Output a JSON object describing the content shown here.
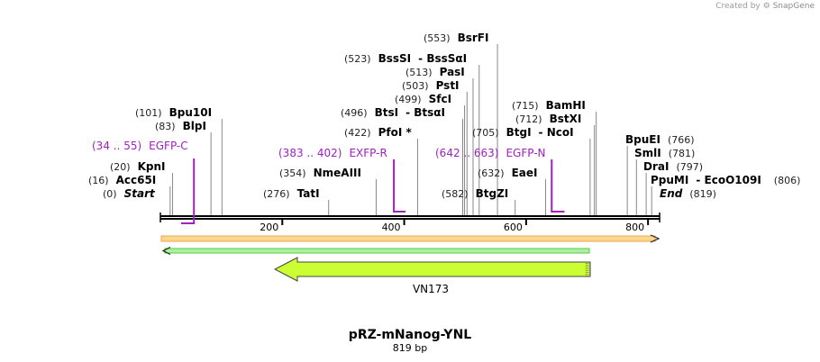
{
  "credit": {
    "prefix": "Created by",
    "brand": "SnapGene"
  },
  "plasmid": {
    "name": "pRZ-mNanog-YNL",
    "length_label": "819 bp",
    "length_bp": 819
  },
  "axis": {
    "ticks": [
      "200",
      "400",
      "600",
      "800"
    ],
    "tick_values": [
      200,
      400,
      600,
      800
    ]
  },
  "sites": [
    {
      "pos_label": "(0)",
      "name": "Start",
      "italic": true,
      "bp": 0
    },
    {
      "pos_label": "(16)",
      "name": "Acc65I",
      "bp": 16
    },
    {
      "pos_label": "(20)",
      "name": "KpnI",
      "bp": 20
    },
    {
      "pos_label": "(83)",
      "name": "BlpI",
      "bp": 83
    },
    {
      "pos_label": "(101)",
      "name": "Bpu10I",
      "bp": 101
    },
    {
      "pos_label": "(276)",
      "name": "TatI",
      "bp": 276
    },
    {
      "pos_label": "(354)",
      "name": "NmeAIII",
      "bp": 354
    },
    {
      "pos_label": "(422)",
      "name": "PfoI *",
      "bp": 422
    },
    {
      "pos_label": "(496)",
      "name": "BtsI",
      "name2": "BtsαI",
      "bp": 496
    },
    {
      "pos_label": "(499)",
      "name": "SfcI",
      "bp": 499
    },
    {
      "pos_label": "(503)",
      "name": "PstI",
      "bp": 503
    },
    {
      "pos_label": "(513)",
      "name": "PasI",
      "bp": 513
    },
    {
      "pos_label": "(523)",
      "name": "BssSI",
      "name2": "BssSαI",
      "bp": 523
    },
    {
      "pos_label": "(553)",
      "name": "BsrFI",
      "bp": 553
    },
    {
      "pos_label": "(582)",
      "name": "BtgZI",
      "bp": 582
    },
    {
      "pos_label": "(632)",
      "name": "EaeI",
      "bp": 632
    },
    {
      "pos_label": "(705)",
      "name": "BtgI",
      "name2": "NcoI",
      "bp": 705
    },
    {
      "pos_label": "(712)",
      "name": "BstXI",
      "bp": 712
    },
    {
      "pos_label": "(715)",
      "name": "BamHI",
      "bp": 715
    },
    {
      "pos_label": "(766)",
      "name": "BpuEI",
      "bp": 766
    },
    {
      "pos_label": "(781)",
      "name": "SmlI",
      "bp": 781
    },
    {
      "pos_label": "(797)",
      "name": "DraI",
      "bp": 797
    },
    {
      "pos_label": "(806)",
      "name": "PpuMI",
      "name2": "EcoO109I",
      "bp": 806
    },
    {
      "pos_label": "(819)",
      "name": "End",
      "italic": true,
      "bp": 819
    }
  ],
  "primers": [
    {
      "range_label": "(34 .. 55)",
      "name": "EGFP-C",
      "start": 34,
      "end": 55,
      "color": "#a020c0"
    },
    {
      "range_label": "(383 .. 402)",
      "name": "EXFP-R",
      "start": 383,
      "end": 402,
      "color": "#a020c0"
    },
    {
      "range_label": "(642 .. 663)",
      "name": "EGFP-N",
      "start": 642,
      "end": 663,
      "color": "#a020c0"
    }
  ],
  "features": [
    {
      "name": "VN173",
      "start": 186,
      "end": 705,
      "direction": "reverse",
      "color": "#ccff33"
    }
  ],
  "colors": {
    "backbone": "#000000",
    "orange_strand": "#f4a64a",
    "green_strand": "#55cc44",
    "site_line": "#888888",
    "primer": "#a020c0"
  }
}
